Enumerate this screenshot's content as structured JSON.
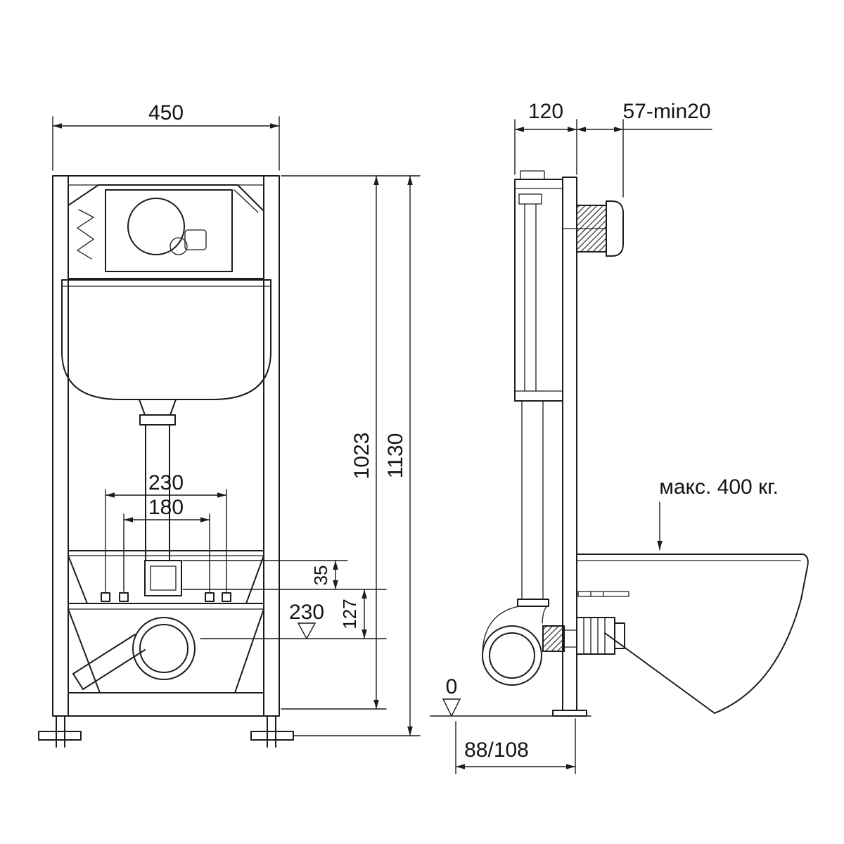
{
  "page": {
    "background": "#ffffff",
    "line_color": "#1c1c1c",
    "description": "Technical dimension drawing of a wall-hung toilet concealed installation frame, front and side views"
  },
  "front_view": {
    "dim_width": "450",
    "dim_height_total": "1130",
    "dim_height_inner": "1023",
    "dim_fixing_outer": "230",
    "dim_fixing_inner": "180",
    "dim_offset_35": "35",
    "dim_offset_127": "127",
    "level_outlet": "230"
  },
  "side_view": {
    "dim_depth": "120",
    "dim_button": "57-min20",
    "note_max_load": "макс. 400 кг.",
    "level_zero": "0",
    "dim_outlet": "88/108"
  }
}
